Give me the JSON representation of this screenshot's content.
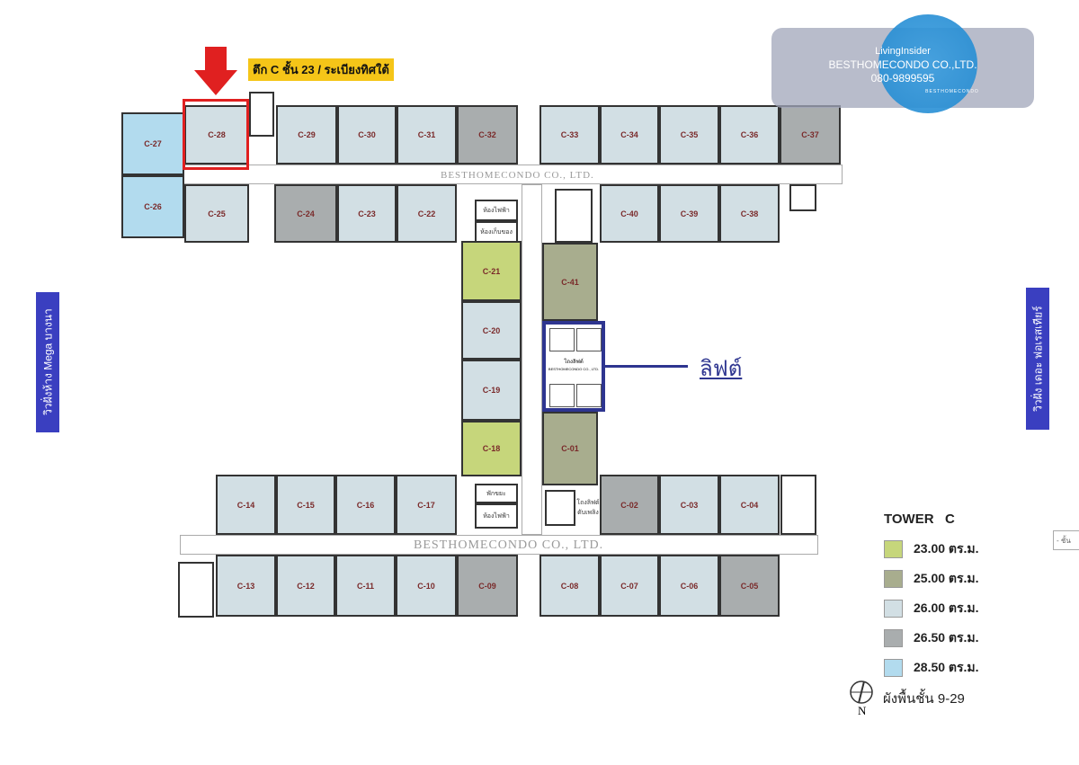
{
  "callout": {
    "label": "ตึก C ชั้น 23 / ระเบียงทิศใต้",
    "highlight_unit": "C-28",
    "arrow_color": "#e02020",
    "label_bg": "#f5c518"
  },
  "watermark": {
    "brand": "LivingInsider",
    "company": "BESTHOMECONDO CO.,LTD.",
    "phone": "080-9899595",
    "logo_text": "BESTHOMECONDO"
  },
  "plan_watermarks": [
    "BESTHOMECONDO CO., LTD.",
    "BESTHOMECONDO CO., LTD."
  ],
  "view_labels": {
    "left": "วิวฝั่งห้าง Mega บางนา",
    "right": "วิวฝั่ง เดอะ ฟอเรสเทียร์"
  },
  "lift": {
    "label": "ลิฟต์",
    "hall": "โถงลิฟต์",
    "hall_sub": "BESTHOMECONDO CO., LTD.",
    "color": "#2e3590"
  },
  "service_rooms": [
    "ห้องไฟฟ้า",
    "ห้องเก็บของ",
    "พักขยะ",
    "ห้องไฟฟ้า",
    "โถงลิฟต์ดับเพลิง"
  ],
  "legend": {
    "title": "TOWER   C",
    "items": [
      {
        "area": "23.00 ตร.ม.",
        "color": "#c6d67b"
      },
      {
        "area": "25.00 ตร.ม.",
        "color": "#a8ad8e"
      },
      {
        "area": "26.00 ตร.ม.",
        "color": "#d2dfe4"
      },
      {
        "area": "26.50 ตร.ม.",
        "color": "#a9adae"
      },
      {
        "area": "28.50 ตร.ม.",
        "color": "#b2dbee"
      }
    ]
  },
  "floor_plan_label": "ผังพื้นชั้น 9-29",
  "north_label": "N",
  "edge_tab": "- ชั้น",
  "units": [
    {
      "id": "C-28",
      "type": 2
    },
    {
      "id": "C-29",
      "type": 2
    },
    {
      "id": "C-30",
      "type": 2
    },
    {
      "id": "C-31",
      "type": 2
    },
    {
      "id": "C-32",
      "type": 3
    },
    {
      "id": "C-33",
      "type": 2
    },
    {
      "id": "C-34",
      "type": 2
    },
    {
      "id": "C-35",
      "type": 2
    },
    {
      "id": "C-36",
      "type": 2
    },
    {
      "id": "C-37",
      "type": 3
    },
    {
      "id": "C-27",
      "type": 4
    },
    {
      "id": "C-26",
      "type": 4
    },
    {
      "id": "C-25",
      "type": 2
    },
    {
      "id": "C-24",
      "type": 3
    },
    {
      "id": "C-23",
      "type": 2
    },
    {
      "id": "C-22",
      "type": 2
    },
    {
      "id": "C-40",
      "type": 2
    },
    {
      "id": "C-39",
      "type": 2
    },
    {
      "id": "C-38",
      "type": 2
    },
    {
      "id": "C-21",
      "type": 0
    },
    {
      "id": "C-20",
      "type": 2
    },
    {
      "id": "C-19",
      "type": 2
    },
    {
      "id": "C-18",
      "type": 0
    },
    {
      "id": "C-41",
      "type": 1
    },
    {
      "id": "C-01",
      "type": 1
    },
    {
      "id": "C-14",
      "type": 2
    },
    {
      "id": "C-15",
      "type": 2
    },
    {
      "id": "C-16",
      "type": 2
    },
    {
      "id": "C-17",
      "type": 2
    },
    {
      "id": "C-02",
      "type": 3
    },
    {
      "id": "C-03",
      "type": 2
    },
    {
      "id": "C-04",
      "type": 2
    },
    {
      "id": "C-13",
      "type": 2
    },
    {
      "id": "C-12",
      "type": 2
    },
    {
      "id": "C-11",
      "type": 2
    },
    {
      "id": "C-10",
      "type": 2
    },
    {
      "id": "C-09",
      "type": 3
    },
    {
      "id": "C-08",
      "type": 2
    },
    {
      "id": "C-07",
      "type": 2
    },
    {
      "id": "C-06",
      "type": 2
    },
    {
      "id": "C-05",
      "type": 3
    }
  ]
}
